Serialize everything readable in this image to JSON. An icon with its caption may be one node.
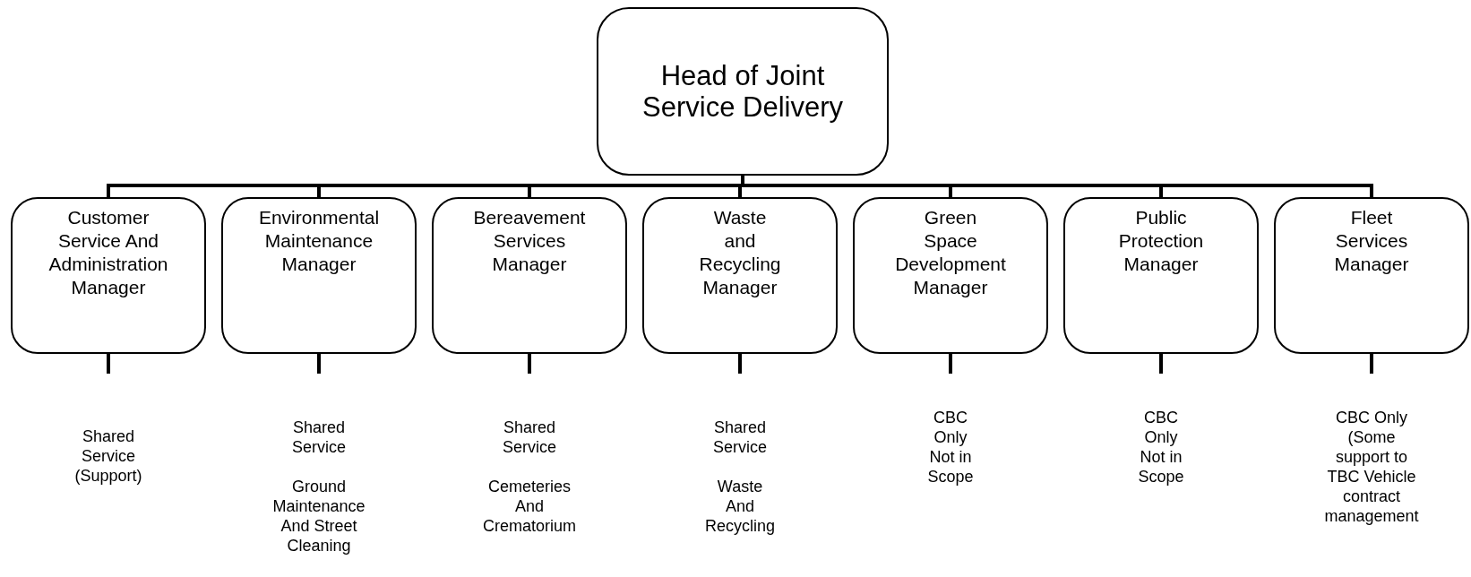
{
  "diagram": {
    "nodes": [
      {
        "text": [
          "Head of Joint Service Delivery"
        ]
      },
      {
        "text": [
          "Customer Service And Administration Manager"
        ]
      },
      {
        "text": [
          "Environmental Maintenance Manager"
        ]
      },
      {
        "text": [
          "Bereavement Services Manager"
        ]
      },
      {
        "text": [
          "Waste and Recycling Manager"
        ]
      },
      {
        "text": [
          "Green Space Development Manager"
        ]
      },
      {
        "text": [
          "Public Protection Manager"
        ]
      },
      {
        "text": [
          "Fleet Services Manager"
        ]
      }
    ],
    "edges": [
      {
        "from": 0,
        "to": 1,
        "arrow": "none"
      },
      {
        "from": 0,
        "to": 2,
        "arrow": "none"
      },
      {
        "from": 0,
        "to": 3,
        "arrow": "none"
      },
      {
        "from": 0,
        "to": 4,
        "arrow": "none"
      },
      {
        "from": 0,
        "to": 5,
        "arrow": "none"
      },
      {
        "from": 0,
        "to": 6,
        "arrow": "none"
      },
      {
        "from": 0,
        "to": 7,
        "arrow": "none"
      },
      {
        "from": 1,
        "to": null,
        "arrow": "none"
      },
      {
        "from": 2,
        "to": null,
        "arrow": "none"
      },
      {
        "from": 3,
        "to": null,
        "arrow": "none"
      },
      {
        "from": 4,
        "to": null,
        "arrow": "none"
      },
      {
        "from": 5,
        "to": null,
        "arrow": "none"
      },
      {
        "from": 6,
        "to": null,
        "arrow": "none"
      },
      {
        "from": 7,
        "to": null,
        "arrow": "none"
      }
    ],
    "labels": [
      "Shared Service (Support)",
      "Shared Service",
      "Ground Maintenance And Street Cleaning",
      "Shared Service",
      "Cemeteries And Crematorium",
      "Shared Service",
      "Waste And Recycling",
      "CBC Only Not in Scope",
      "CBC Only Not in Scope",
      "CBC Only (Some support to TBC Vehicle contract management"
    ]
  }
}
